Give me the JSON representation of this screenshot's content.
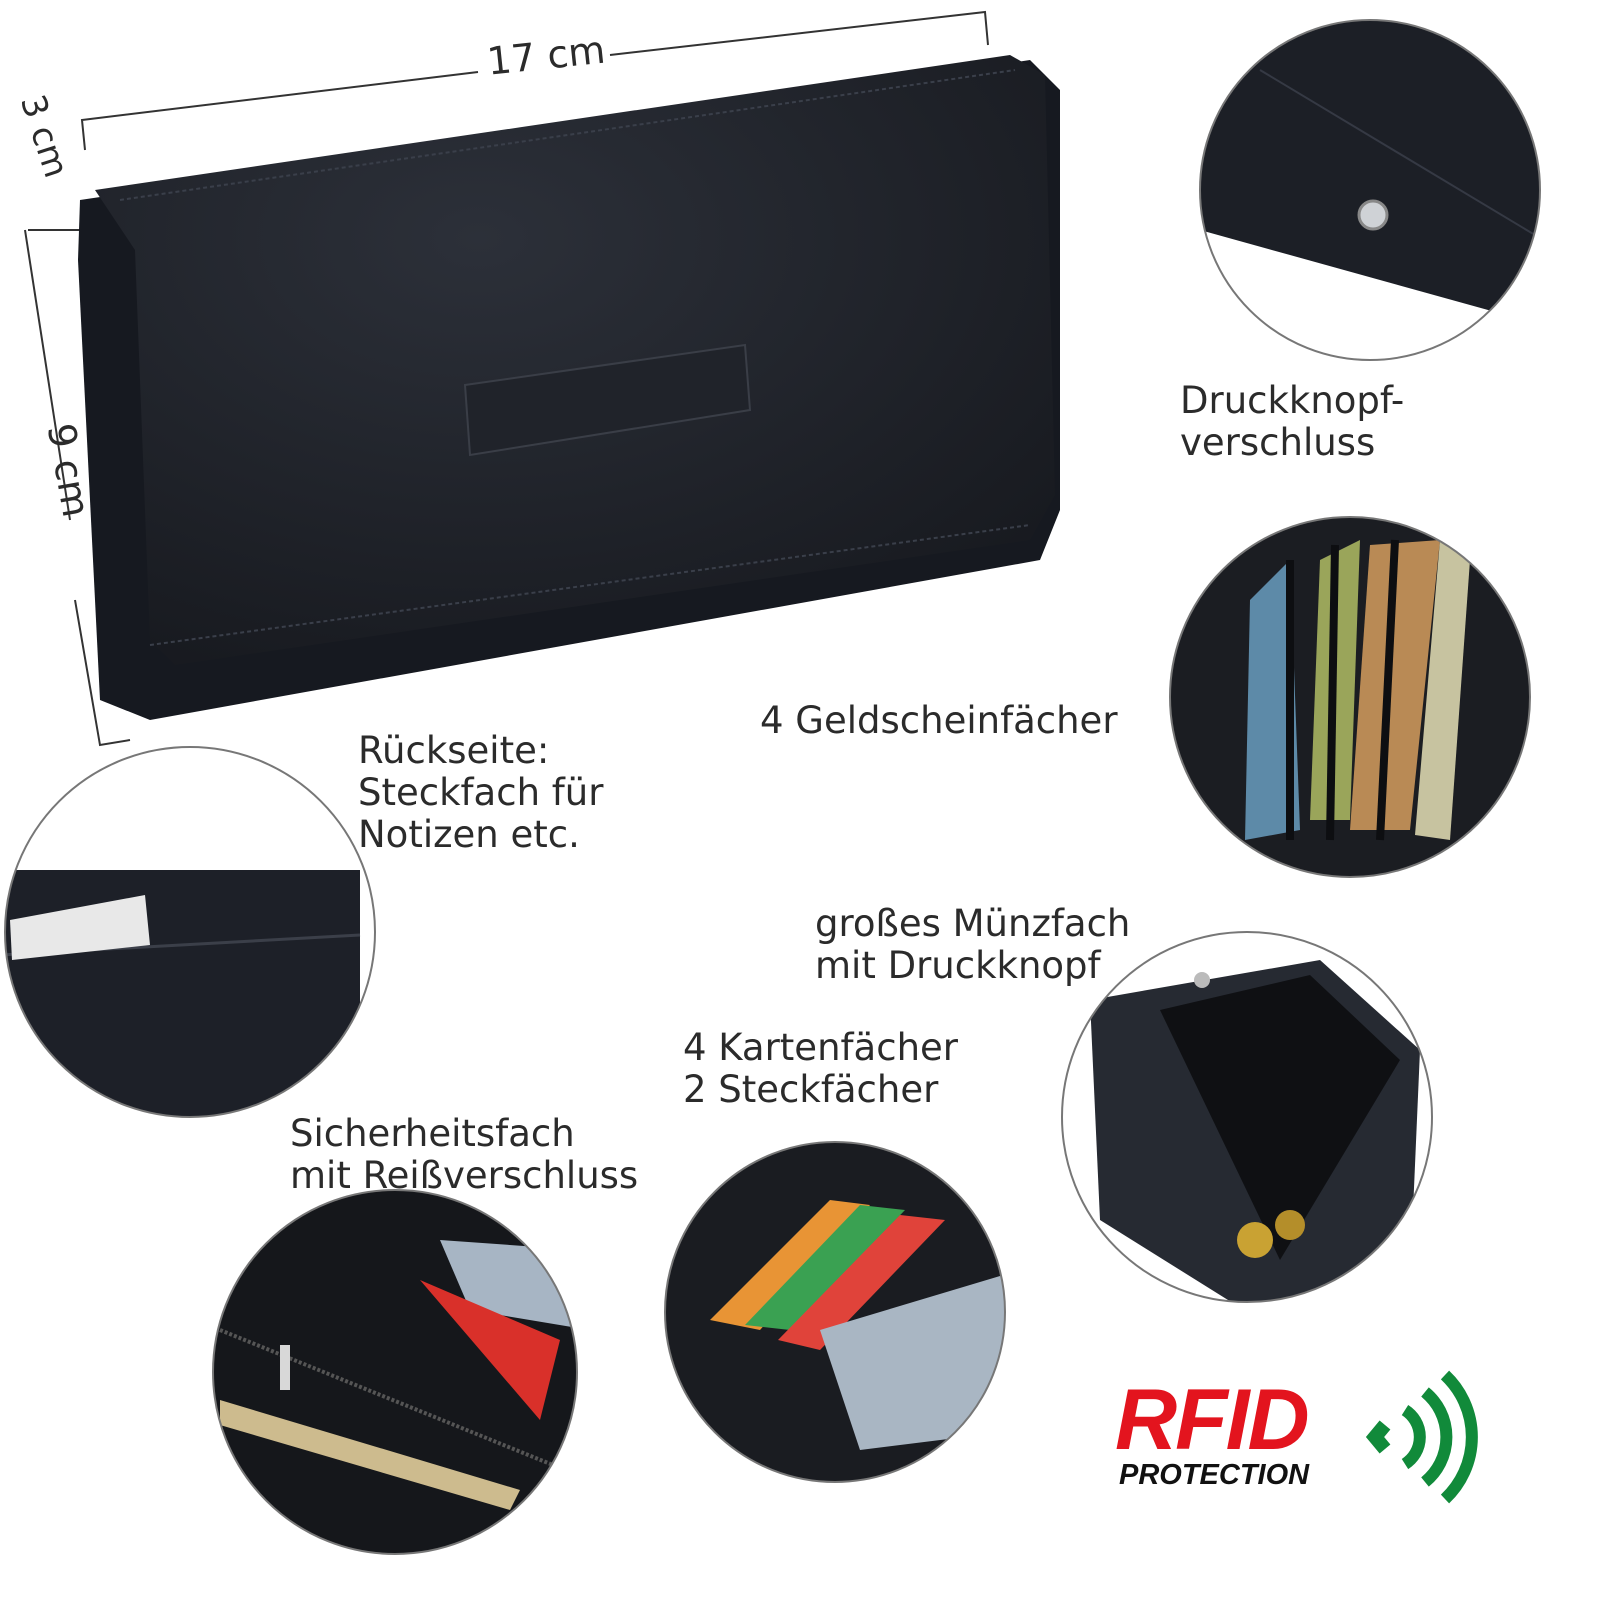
{
  "dimensions": {
    "length": "17 cm",
    "depth": "3 cm",
    "height": "9 cm"
  },
  "features": {
    "snap_closure": [
      "Druckknopf-",
      "verschluss"
    ],
    "bill_compartments": [
      "4 Geldscheinfächer"
    ],
    "back_pocket": [
      "Rückseite:",
      "Steckfach für",
      "Notizen etc."
    ],
    "coin_pocket": [
      "großes Münzfach",
      "mit Druckknopf"
    ],
    "card_slots": [
      "4 Kartenfächer",
      "2 Steckfächer"
    ],
    "zip_pocket": [
      "Sicherheitsfach",
      "mit Reißverschluss"
    ]
  },
  "badge": {
    "title": "RFID",
    "subtitle": "PROTECTION",
    "title_color": "#e3141e",
    "signal_color": "#118a3a",
    "icon": "wireless-signal-icon"
  },
  "colors": {
    "leather": "#1c1f26"
  }
}
